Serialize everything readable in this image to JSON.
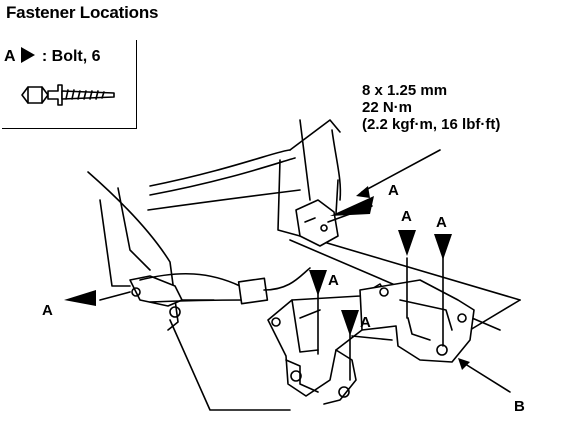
{
  "title": "Fastener Locations",
  "legend": {
    "letter": "A",
    "text": ": Bolt, 6",
    "bolt_icon": "bolt-icon"
  },
  "torque_spec": {
    "size": "8 x 1.25 mm",
    "torque": "22 N·m",
    "alt_units": "(2.2 kgf·m, 16 lbf·ft)"
  },
  "callouts": {
    "a": "A",
    "b": "B"
  }
}
